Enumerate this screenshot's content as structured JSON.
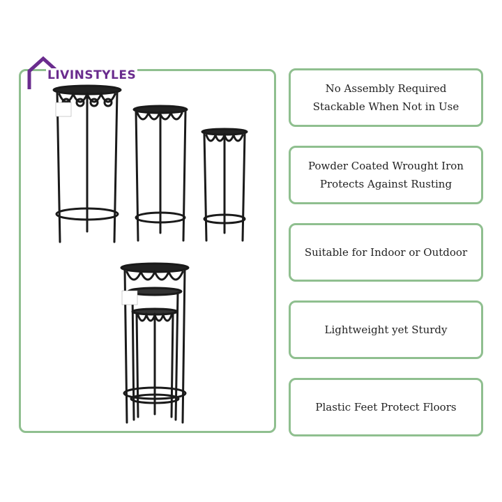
{
  "brand": {
    "name": "LIVINSTYLES",
    "color": "#6a2c8e"
  },
  "accent_border": "#8fbf8f",
  "features": [
    {
      "lines": [
        "No Assembly Required",
        "Stackable When Not in Use"
      ]
    },
    {
      "lines": [
        "Powder Coated Wrought Iron",
        "Protects Against Rusting"
      ]
    },
    {
      "lines": [
        "Suitable for Indoor or Outdoor"
      ]
    },
    {
      "lines": [
        "Lightweight yet Sturdy"
      ]
    },
    {
      "lines": [
        "Plastic Feet Protect Floors"
      ]
    }
  ]
}
